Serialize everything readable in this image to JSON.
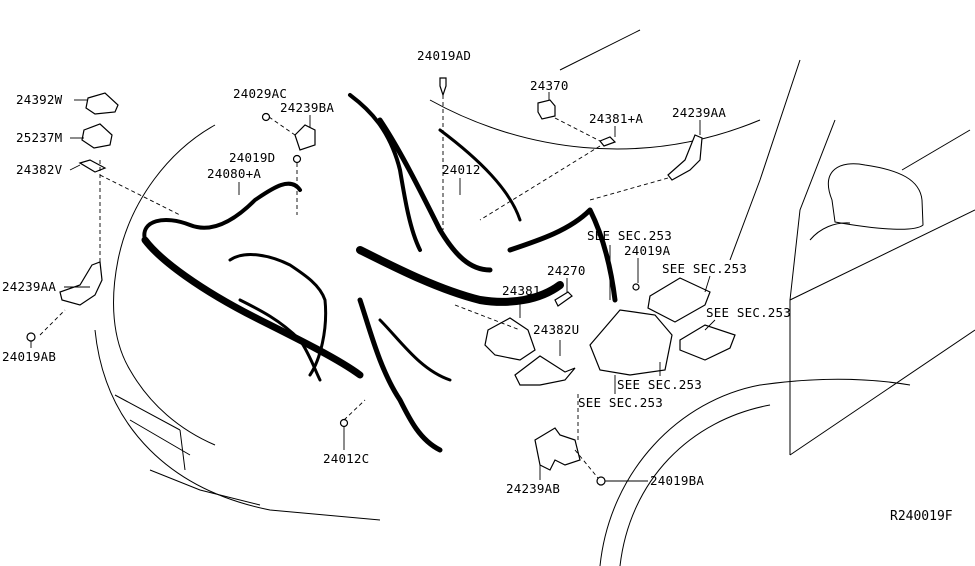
{
  "diagram": {
    "reference_code": "R240019F",
    "subject": "Engine room wiring harness",
    "labels": {
      "p24392W": "24392W",
      "p25237M": "25237M",
      "p24382V": "24382V",
      "p24239AA_left": "24239AA",
      "p24019AB": "24019AB",
      "p24029AC": "24029AC",
      "p24239BA": "24239BA",
      "p24019D": "24019D",
      "p24080A": "24080+A",
      "p24019AD": "24019AD",
      "p24012": "24012",
      "p24370": "24370",
      "p24381A": "24381+A",
      "p24239AA_right": "24239AA",
      "p24270": "24270",
      "p24381": "24381",
      "p24382U": "24382U",
      "p24019A": "24019A",
      "p24012C": "24012C",
      "p24239AB": "24239AB",
      "p24019BA": "24019BA",
      "see_sec_1": "SEE SEC.253",
      "see_sec_2": "SEE SEC.253",
      "see_sec_3": "SEE SEC.253",
      "see_sec_4": "SEE SEC.253",
      "see_sec_5": "SEE SEC.253"
    },
    "colors": {
      "ink": "#000000",
      "paper": "#ffffff"
    }
  }
}
